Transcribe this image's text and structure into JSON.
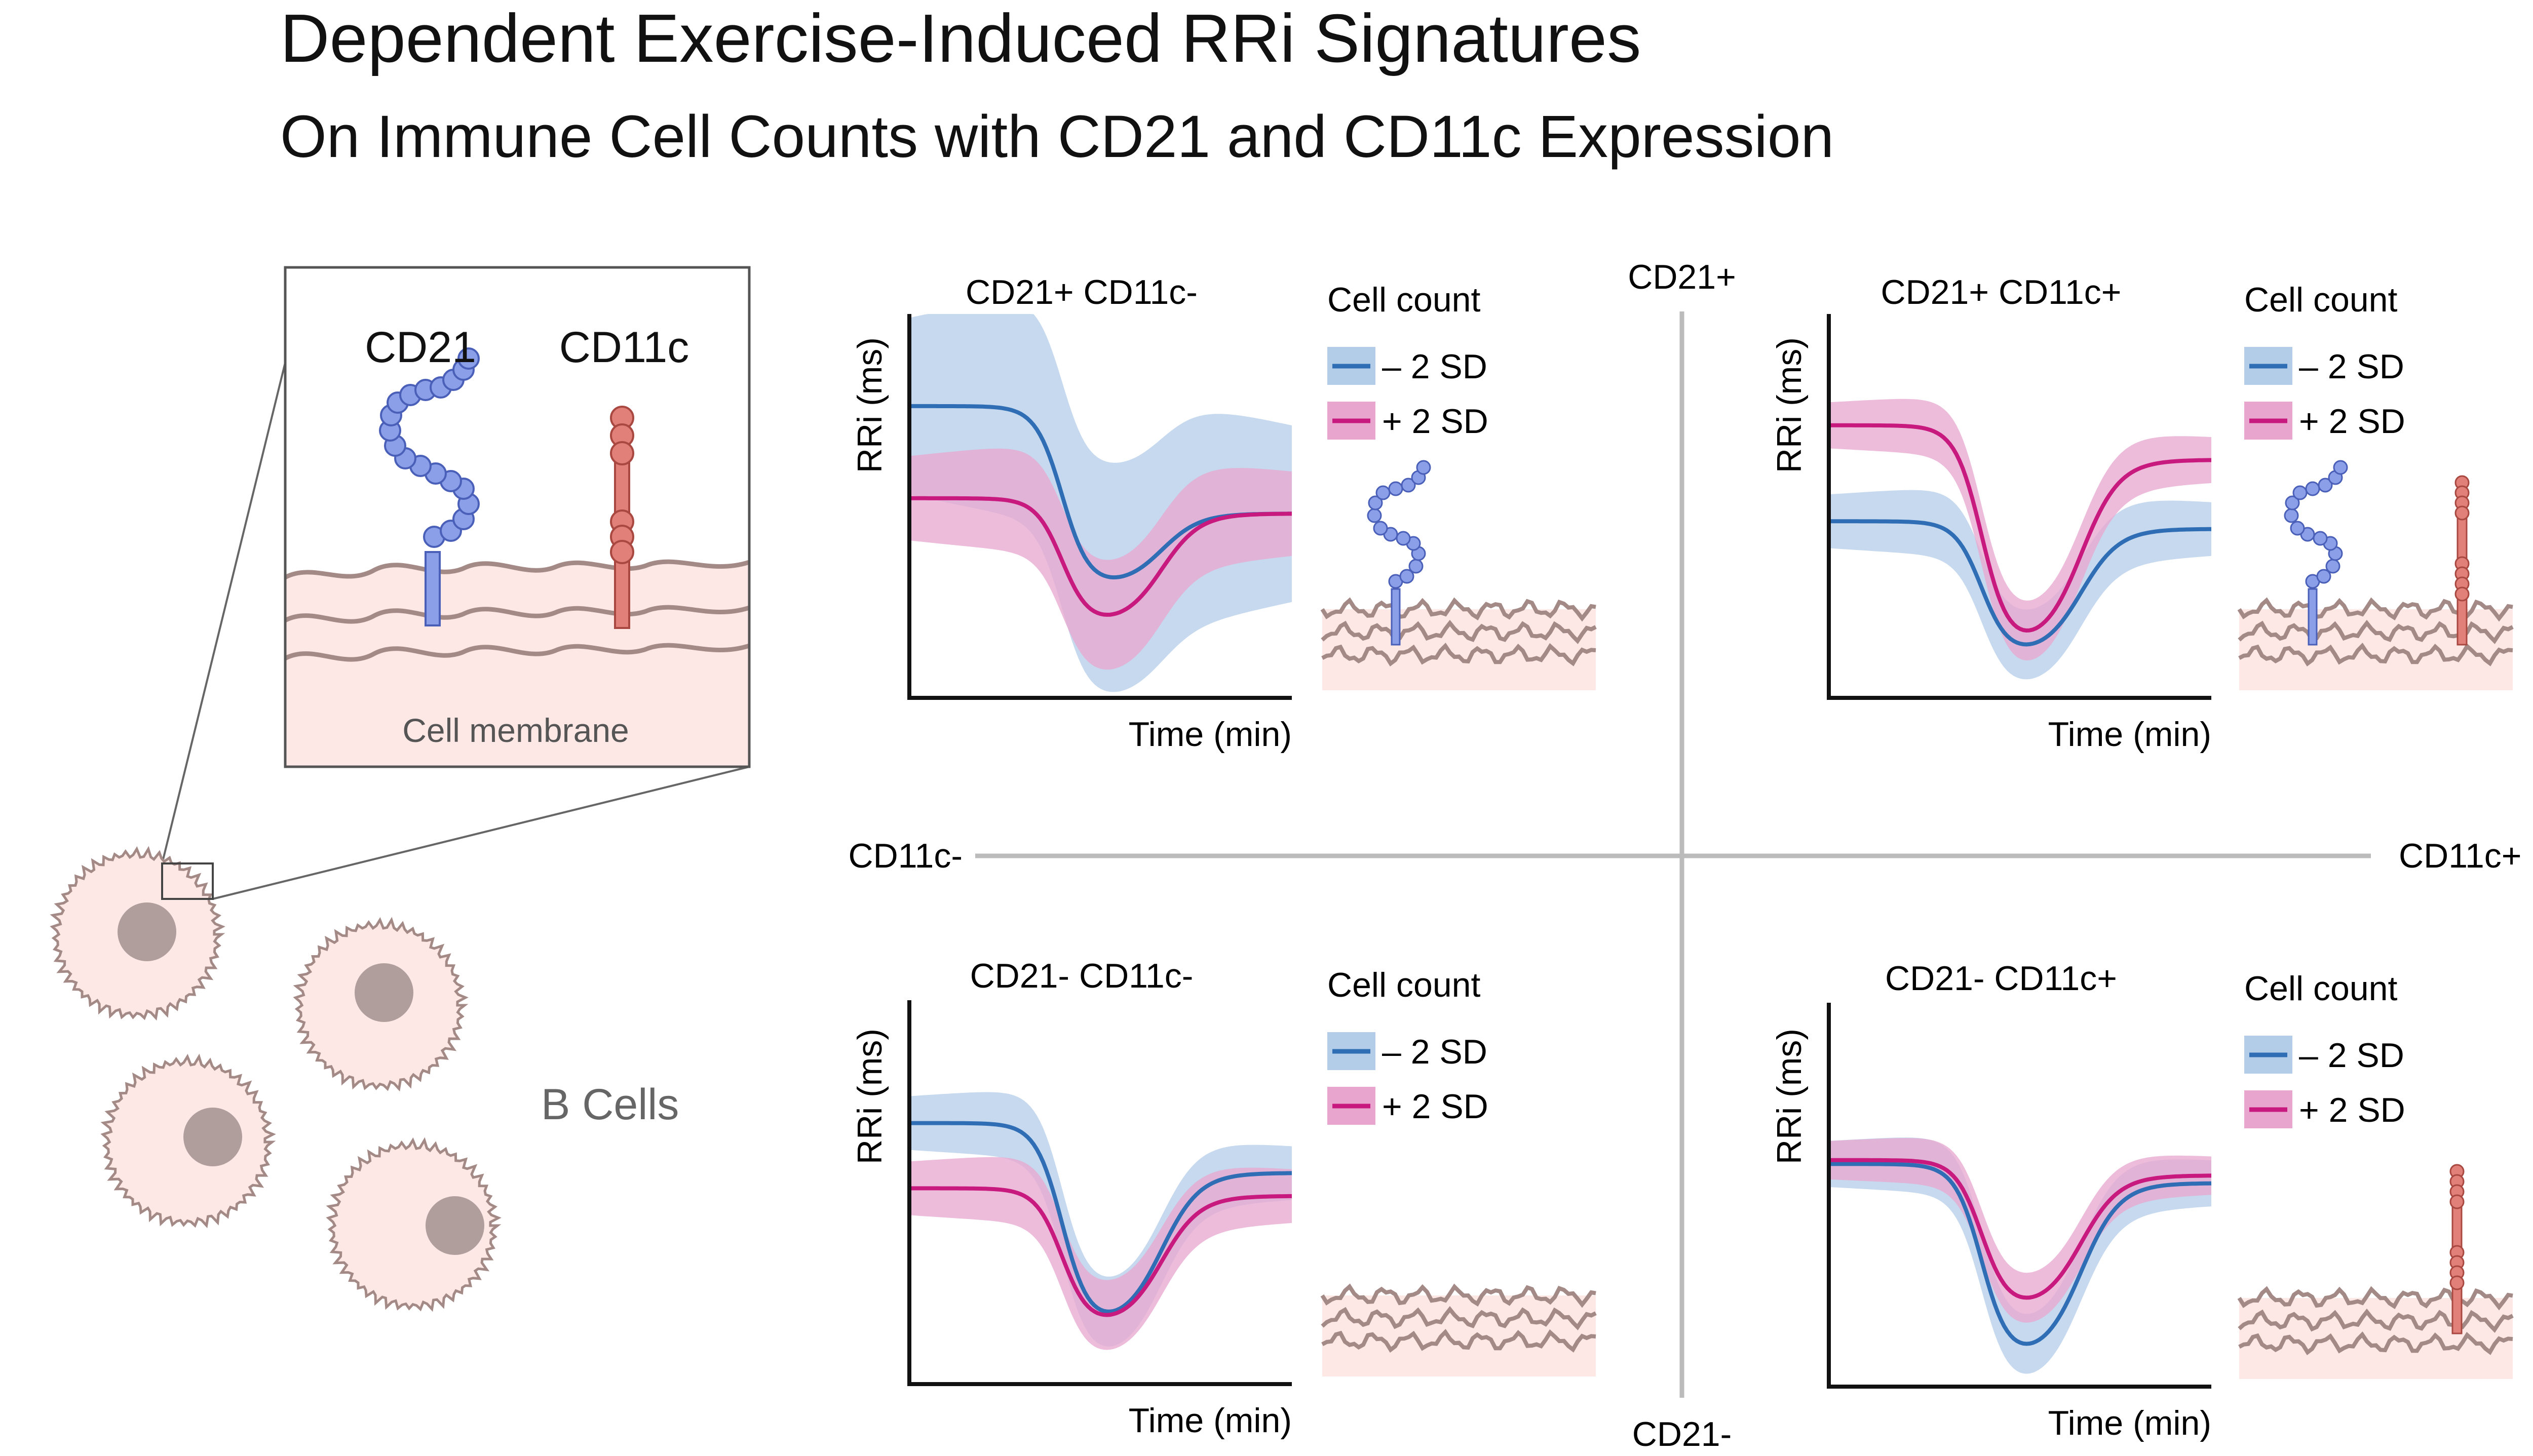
{
  "header": {
    "title": "Dependent Exercise-Induced RRi Signatures",
    "subtitle": "On Immune Cell Counts with CD21 and CD11c Expression"
  },
  "inset": {
    "label_cd21": "CD21",
    "label_cd11c": "CD11c",
    "membrane_label": "Cell membrane"
  },
  "cells": {
    "label": "B Cells"
  },
  "quadrant_axes": {
    "top": "CD21+",
    "bottom": "CD21-",
    "left": "CD11c-",
    "right": "CD11c+"
  },
  "legend": {
    "title": "Cell count",
    "minus": "– 2 SD",
    "plus": "+ 2 SD"
  },
  "colors": {
    "blue_line": "#2f6db5",
    "blue_band": "#b3cce8",
    "pink_line": "#c8197f",
    "pink_band": "#e8a6cf",
    "membrane_fill": "#fde8e6",
    "membrane_line": "#a48a86",
    "cd21_receptor": "#7b8fe0",
    "cd11c_receptor": "#d9706a"
  },
  "chart_data": [
    {
      "type": "line",
      "title": "CD21+ CD11c-",
      "xlabel": "Time (min)",
      "ylabel": "RRi (ms)",
      "series": [
        {
          "name": "– 2 SD",
          "baseline": 0.76,
          "trough": 0.29,
          "recovery": 0.48,
          "band": 0.23
        },
        {
          "name": "+ 2 SD",
          "baseline": 0.52,
          "trough": 0.19,
          "recovery": 0.48,
          "band": 0.11
        }
      ]
    },
    {
      "type": "line",
      "title": "CD21+ CD11c+",
      "xlabel": "Time (min)",
      "ylabel": "RRi (ms)",
      "series": [
        {
          "name": "– 2 SD",
          "baseline": 0.46,
          "trough": 0.11,
          "recovery": 0.44,
          "band": 0.07
        },
        {
          "name": "+ 2 SD",
          "baseline": 0.71,
          "trough": 0.13,
          "recovery": 0.62,
          "band": 0.06
        }
      ]
    },
    {
      "type": "line",
      "title": "CD21- CD11c-",
      "xlabel": "Time (min)",
      "ylabel": "RRi (ms)",
      "series": [
        {
          "name": "– 2 SD",
          "baseline": 0.68,
          "trough": 0.15,
          "recovery": 0.55,
          "band": 0.07
        },
        {
          "name": "+ 2 SD",
          "baseline": 0.51,
          "trough": 0.15,
          "recovery": 0.49,
          "band": 0.07
        }
      ]
    },
    {
      "type": "line",
      "title": "CD21- CD11c+",
      "xlabel": "Time (min)",
      "ylabel": "RRi (ms)",
      "series": [
        {
          "name": "– 2 SD",
          "baseline": 0.58,
          "trough": 0.07,
          "recovery": 0.53,
          "band": 0.06
        },
        {
          "name": "+ 2 SD",
          "baseline": 0.59,
          "trough": 0.2,
          "recovery": 0.55,
          "band": 0.05
        }
      ]
    }
  ]
}
